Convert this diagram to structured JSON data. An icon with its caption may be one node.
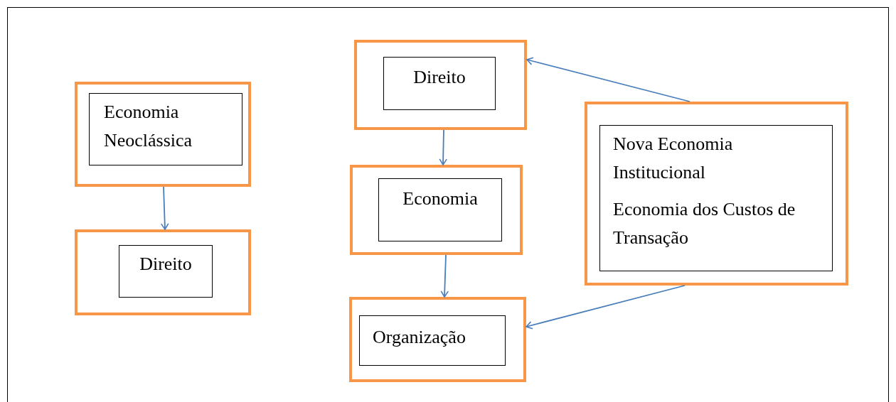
{
  "diagram": {
    "nodes": [
      {
        "text": [],
        "shape": "box"
      },
      {
        "text": [
          "Economia Neoclássica"
        ],
        "in": 0
      },
      {
        "text": [],
        "shape": "box"
      },
      {
        "text": [
          "Direito"
        ],
        "in": 2
      },
      {
        "text": [],
        "shape": "box"
      },
      {
        "text": [
          "Direito"
        ],
        "in": 4
      },
      {
        "text": [],
        "shape": "box"
      },
      {
        "text": [
          "Economia"
        ],
        "in": 6
      },
      {
        "text": [],
        "shape": "box"
      },
      {
        "text": [
          "Organização"
        ],
        "in": 8
      },
      {
        "text": [],
        "shape": "box"
      },
      {
        "text": [
          "Nova Economia Institucional",
          "Economia dos Custos de Transação"
        ],
        "in": 10
      }
    ],
    "edges": [
      {
        "from": 0,
        "to": 2,
        "arrow": "to"
      },
      {
        "from": 4,
        "to": 6,
        "arrow": "to"
      },
      {
        "from": 6,
        "to": 8,
        "arrow": "to"
      },
      {
        "from": 10,
        "to": 4,
        "arrow": "to"
      },
      {
        "from": 10,
        "to": 8,
        "arrow": "to"
      }
    ]
  }
}
